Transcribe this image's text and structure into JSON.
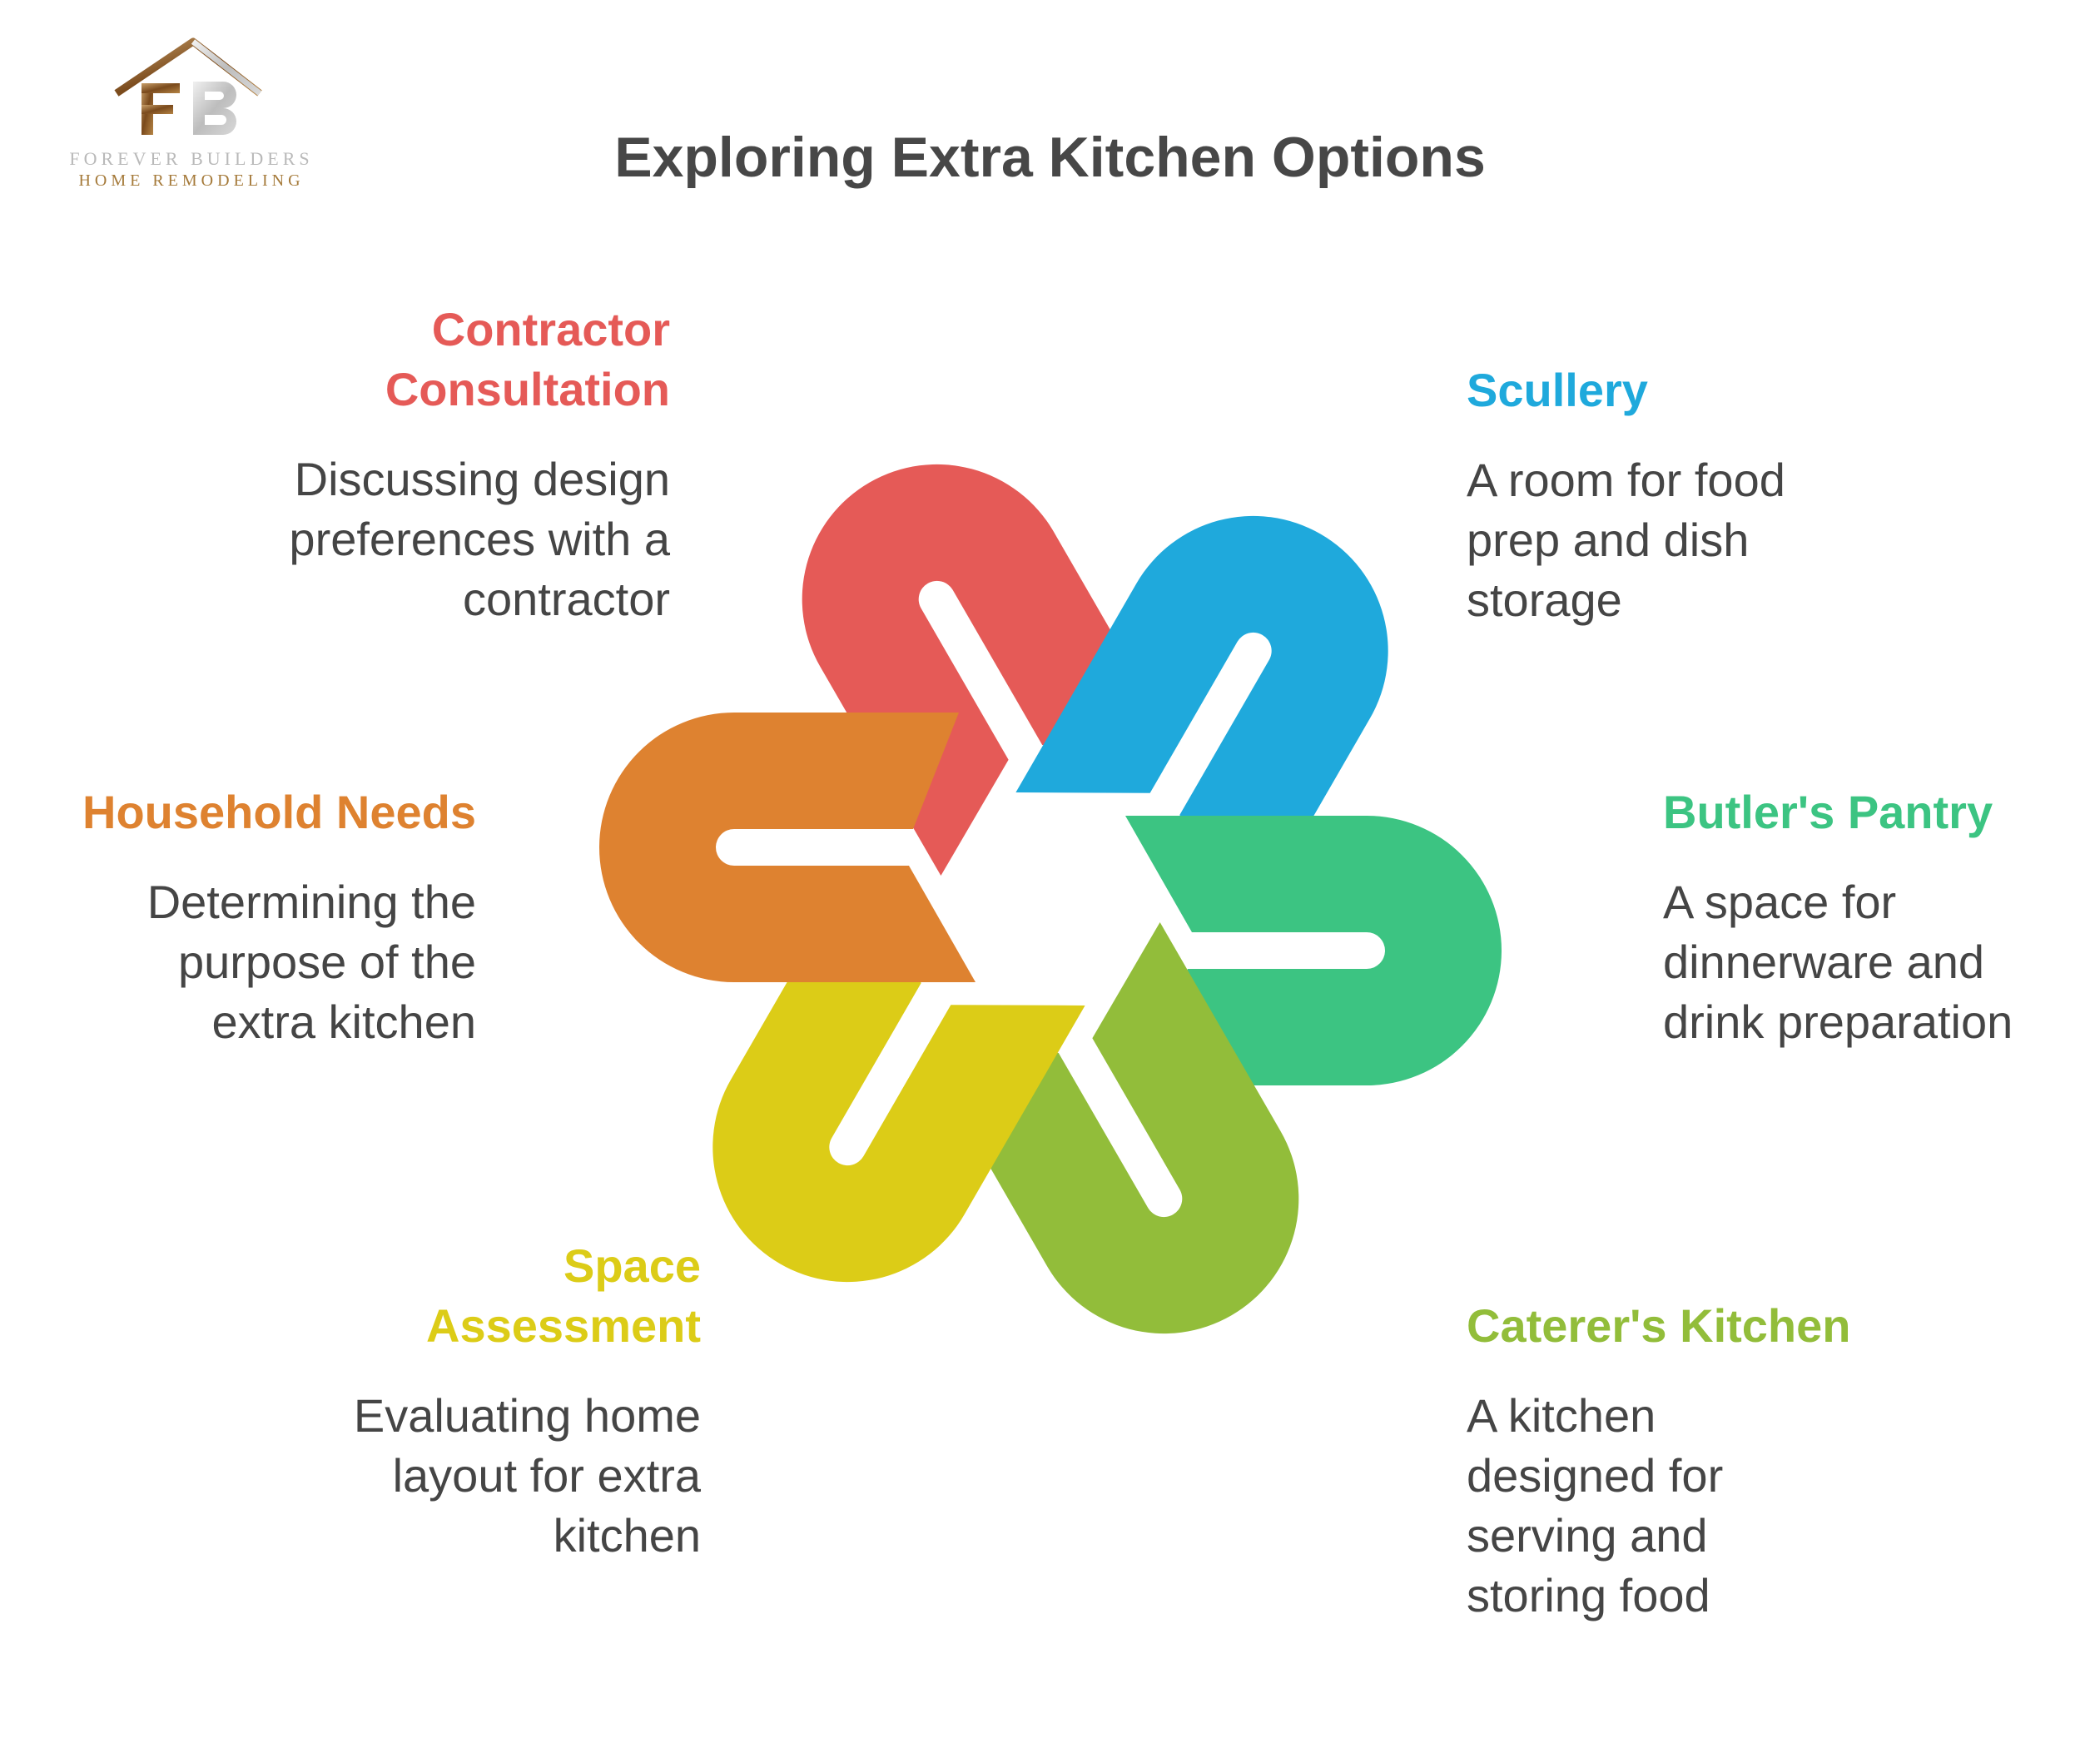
{
  "title": "Exploring Extra Kitchen Options",
  "logo": {
    "line1": "FOREVER BUILDERS",
    "line2": "HOME REMODELING",
    "colors": {
      "gold": "#8b5a24",
      "silver": "#c8c8c8"
    }
  },
  "items": [
    {
      "heading": "Contractor Consultation",
      "heading_lines": [
        "Contractor",
        "Consultation"
      ],
      "description_lines": [
        "Discussing design",
        "preferences with a",
        "contractor"
      ],
      "color": "#e55a57"
    },
    {
      "heading": "Scullery",
      "heading_lines": [
        "Scullery"
      ],
      "description_lines": [
        "A room for food",
        "prep and dish",
        "storage"
      ],
      "color": "#1fa9dc"
    },
    {
      "heading": "Butler's Pantry",
      "heading_lines": [
        "Butler's Pantry"
      ],
      "description_lines": [
        "A space for",
        "dinnerware and",
        "drink preparation"
      ],
      "color": "#3cc482"
    },
    {
      "heading": "Caterer's Kitchen",
      "heading_lines": [
        "Caterer's Kitchen"
      ],
      "description_lines": [
        "A kitchen",
        "designed for",
        "serving and",
        "storing food"
      ],
      "color": "#92bd3a"
    },
    {
      "heading": "Space Assessment",
      "heading_lines": [
        "Space",
        "Assessment"
      ],
      "description_lines": [
        "Evaluating home",
        "layout for extra",
        "kitchen"
      ],
      "color": "#dccc17"
    },
    {
      "heading": "Household Needs",
      "heading_lines": [
        "Household Needs"
      ],
      "description_lines": [
        "Determining the",
        "purpose of the",
        "extra kitchen"
      ],
      "color": "#de8230"
    }
  ]
}
